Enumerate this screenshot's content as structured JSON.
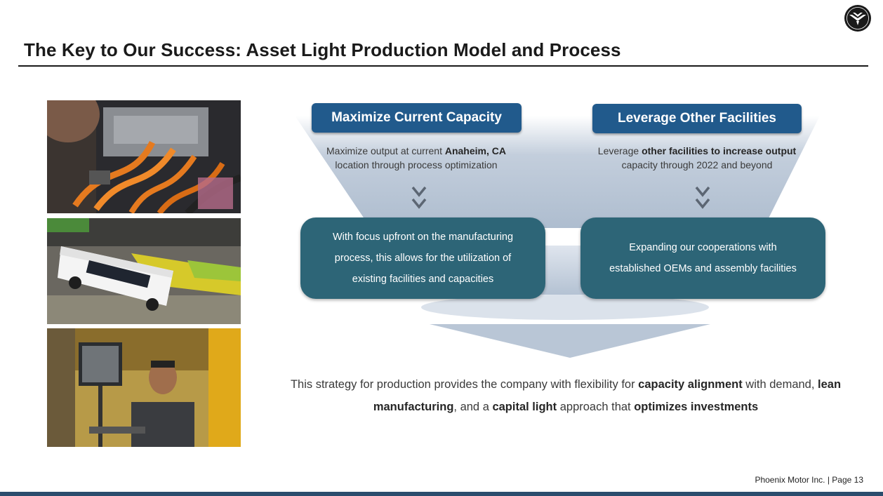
{
  "logo": {
    "icon": "phoenix-bird-icon",
    "color": "#1a1a1a"
  },
  "title": "The Key to Our Success: Asset Light Production Model and Process",
  "images": [
    {
      "icon": "ev-wiring-photo"
    },
    {
      "icon": "electric-shuttle-photo"
    },
    {
      "icon": "technician-workstation-photo"
    }
  ],
  "left_column": {
    "heading": "Maximize Current Capacity",
    "desc_pre": "Maximize output at current ",
    "desc_bold": "Anaheim, CA",
    "desc_post": "location through process optimization",
    "box_lines": [
      "With focus upfront on the manufacturing",
      "process, this allows for the utilization of",
      "existing facilities and capacities"
    ]
  },
  "right_column": {
    "heading": "Leverage Other Facilities",
    "desc_pre": "Leverage ",
    "desc_bold": "other facilities to increase output",
    "desc_post": "capacity through 2022 and beyond",
    "box_lines": [
      "Expanding our cooperations with",
      "established OEMs and assembly facilities"
    ]
  },
  "summary": {
    "p1": "This strategy for production provides the company with  flexibility for ",
    "b1": "capacity alignment",
    "p2": " with demand, ",
    "b2": "lean manufacturing",
    "p3": ", and a ",
    "b3": "capital light",
    "p4": " approach that ",
    "b4": "optimizes investments"
  },
  "footer": "Phoenix Motor Inc. | Page 13",
  "colors": {
    "pill": "#215a8c",
    "box": "#2d6577",
    "funnel": "#c3cedc",
    "footer_bar": "#2b4d6d"
  }
}
